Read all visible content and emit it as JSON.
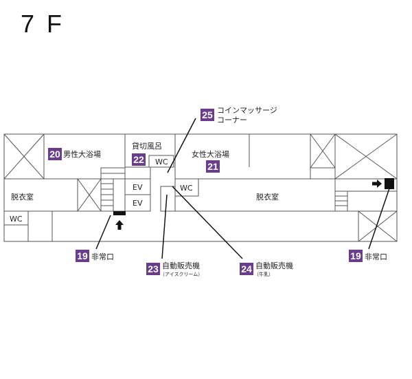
{
  "floor": {
    "title": "7 F"
  },
  "colors": {
    "badge": "#6a3d8c",
    "wall": "#555555",
    "leader": "#111111"
  },
  "rooms": {
    "mens_bath": {
      "num": "20",
      "label": "男性大浴場"
    },
    "womens_bath": {
      "num": "21",
      "label": "女性大浴場"
    },
    "private_bath": {
      "num": "22",
      "label": "貸切風呂"
    },
    "dressing_left": "脱衣室",
    "dressing_right": "脱衣室",
    "wc_left": "WC",
    "wc_center": "WC",
    "wc_right": "WC",
    "ev_top": "EV",
    "ev_bottom": "EV"
  },
  "callouts": {
    "massage": {
      "num": "25",
      "line1": "コインマッサージ",
      "line2": "コーナー"
    },
    "vending_ice": {
      "num": "23",
      "label": "自動販売機",
      "sub": "（アイスクリーム）"
    },
    "vending_milk": {
      "num": "24",
      "label": "自動販売機",
      "sub": "（牛乳）"
    },
    "exit_left": {
      "num": "19",
      "label": "非常口"
    },
    "exit_right": {
      "num": "19",
      "label": "非常口"
    }
  }
}
